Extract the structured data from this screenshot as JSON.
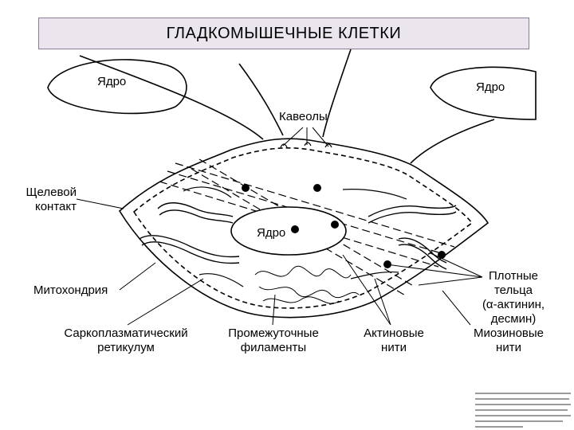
{
  "title": "ГЛАДКОМЫШЕЧНЫЕ КЛЕТКИ",
  "labels": {
    "nucleus_left": "Ядро",
    "nucleus_right": "Ядро",
    "nucleus_center": "Ядро",
    "caveolae": "Кавеолы",
    "gap_junction_1": "Щелевой",
    "gap_junction_2": "контакт",
    "mitochondrion": "Митохондрия",
    "dense_bodies_1": "Плотные",
    "dense_bodies_2": "тельца",
    "dense_bodies_3": "(α-актинин,",
    "dense_bodies_4": "десмин)",
    "sr_1": "Саркоплазматический",
    "sr_2": "ретикулум",
    "intermediate_1": "Промежуточные",
    "intermediate_2": "филаменты",
    "actin_1": "Актиновые",
    "actin_2": "нити",
    "myosin_1": "Миозиновые",
    "myosin_2": "нити"
  }
}
